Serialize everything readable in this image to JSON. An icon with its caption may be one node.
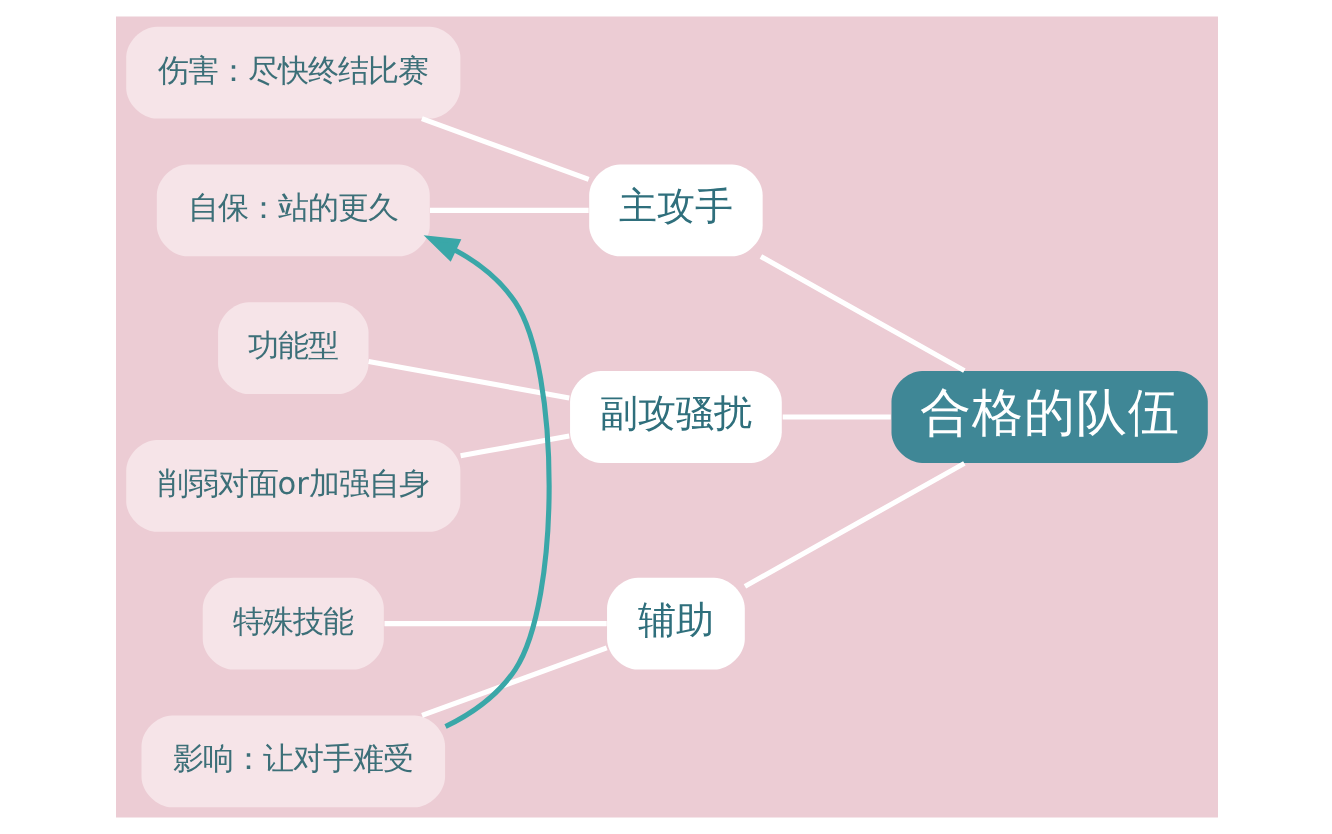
{
  "diagram": {
    "nodes": [
      {
        "text": [
          "合格的队伍"
        ]
      },
      {
        "text": [
          "主攻手"
        ]
      },
      {
        "text": [
          "伤害：尽快终结比赛"
        ]
      },
      {
        "text": [
          "自保：站的更久"
        ]
      },
      {
        "text": [
          "副攻骚扰"
        ]
      },
      {
        "text": [
          "功能型"
        ]
      },
      {
        "text": [
          "削弱对面or加强自身"
        ]
      },
      {
        "text": [
          "辅助"
        ]
      },
      {
        "text": [
          "特殊技能"
        ]
      },
      {
        "text": [
          "影响：让对手难受"
        ]
      }
    ],
    "edges": [
      {
        "from": 0,
        "to": 1,
        "arrow": "none"
      },
      {
        "from": 0,
        "to": 4,
        "arrow": "none"
      },
      {
        "from": 0,
        "to": 7,
        "arrow": "none"
      },
      {
        "from": 1,
        "to": 2,
        "arrow": "none"
      },
      {
        "from": 1,
        "to": 3,
        "arrow": "none"
      },
      {
        "from": 4,
        "to": 5,
        "arrow": "none"
      },
      {
        "from": 4,
        "to": 6,
        "arrow": "none"
      },
      {
        "from": 7,
        "to": 8,
        "arrow": "none"
      },
      {
        "from": 7,
        "to": 9,
        "arrow": "none"
      },
      {
        "from": 9,
        "to": 3,
        "arrow": "to",
        "color": "#3aa7a8"
      }
    ]
  }
}
